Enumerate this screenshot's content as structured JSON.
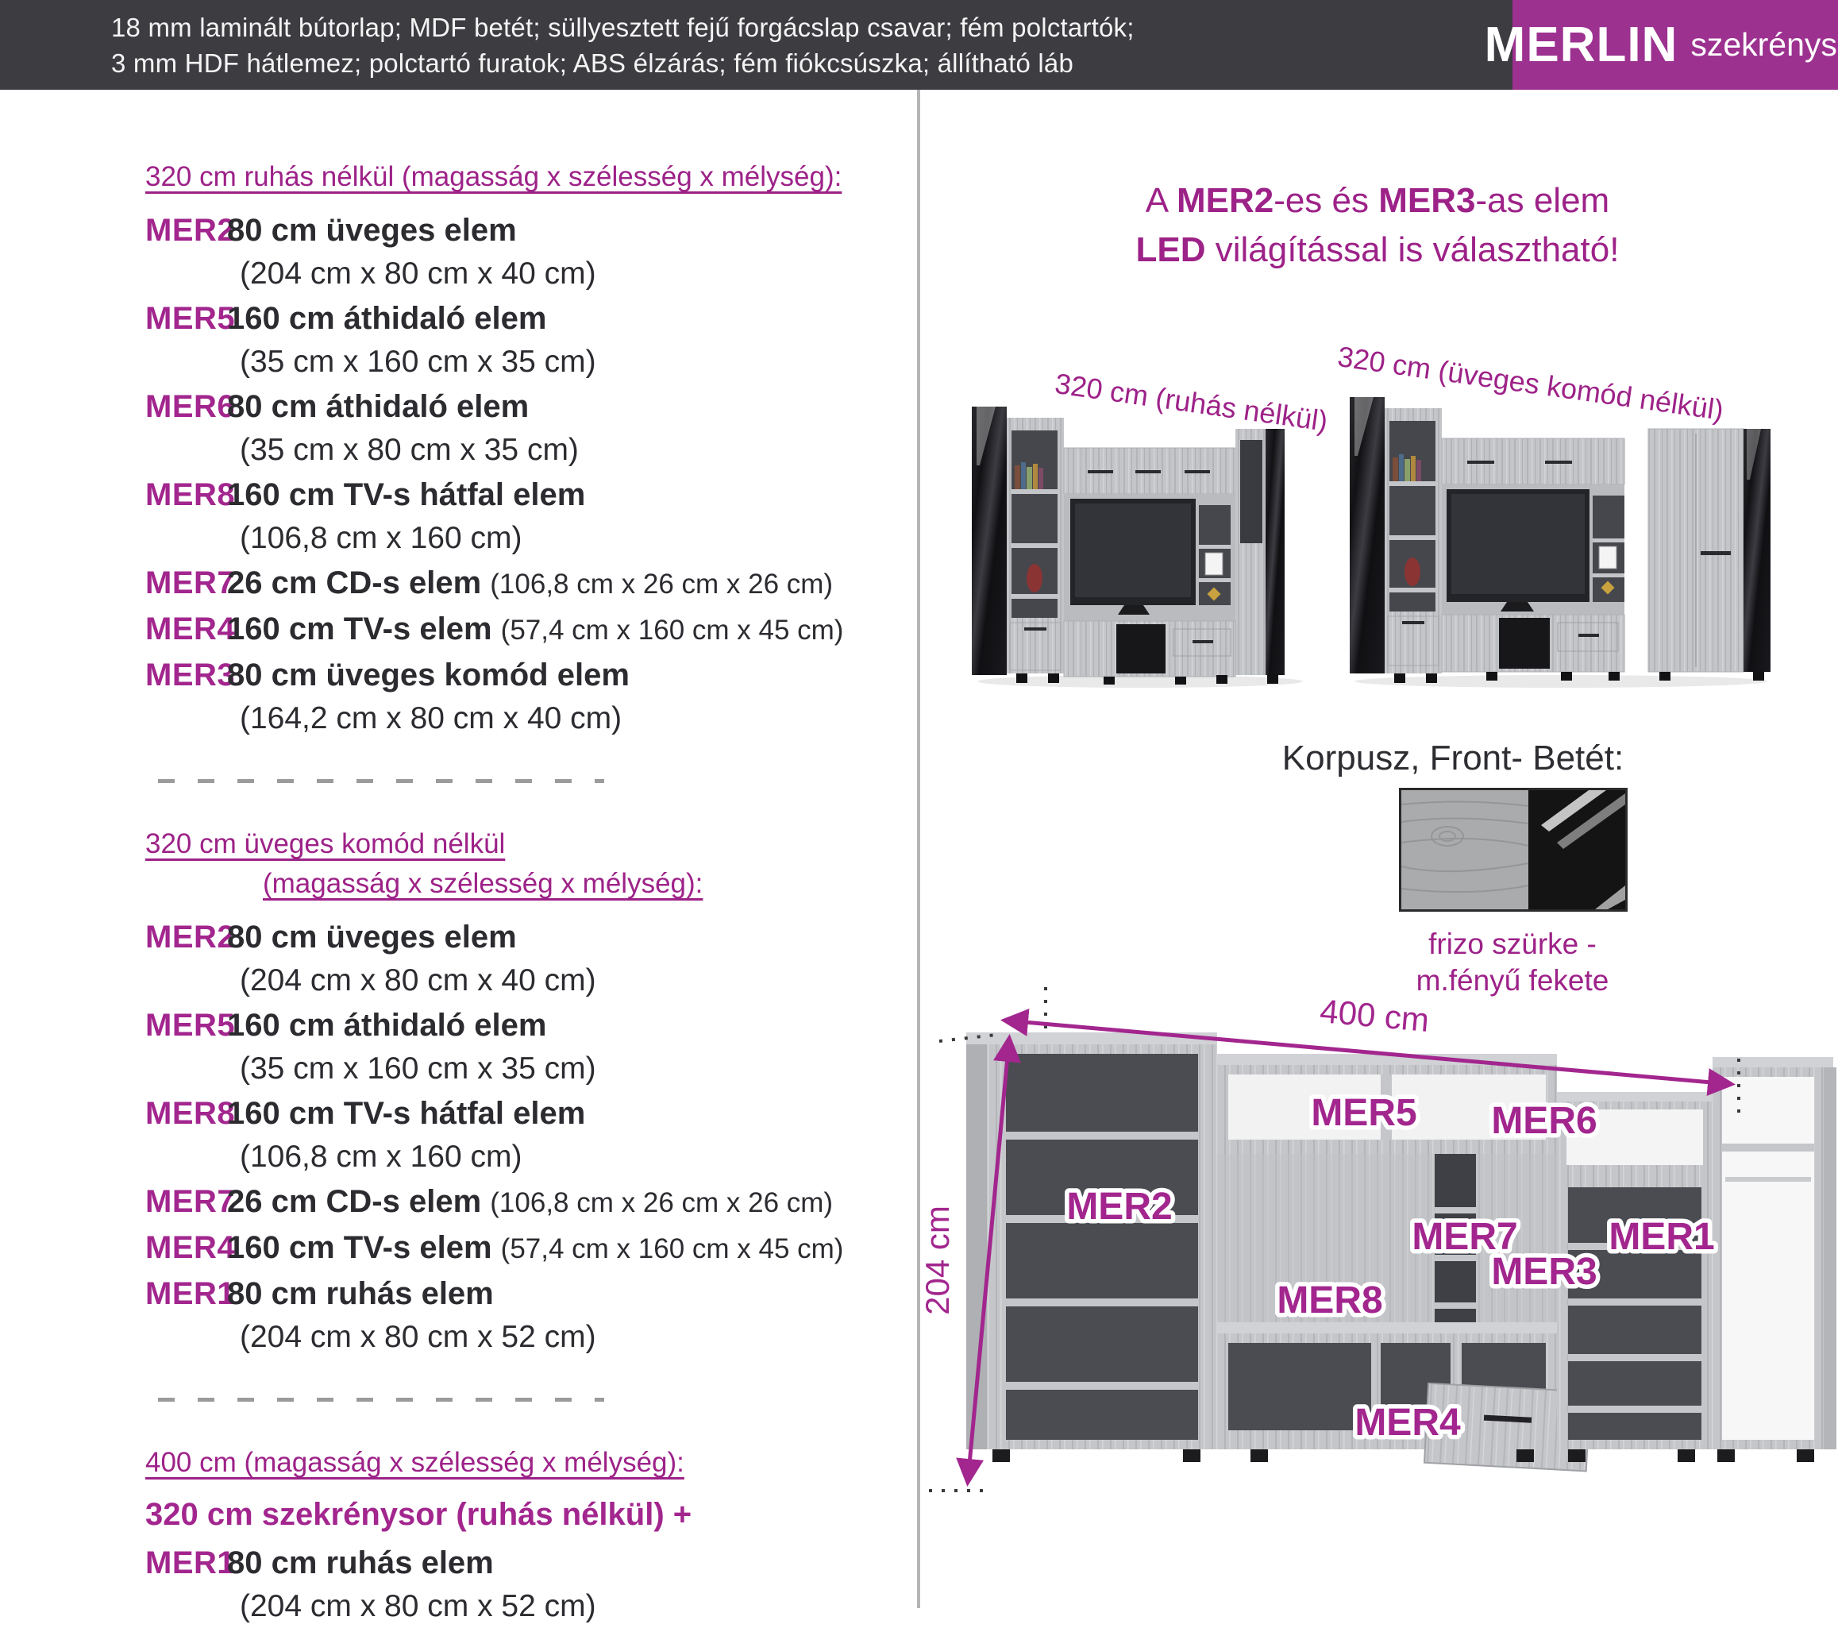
{
  "header": {
    "materials_line1": "18 mm laminált bútorlap; MDF betét; süllyesztett fejű forgácslap csavar; fém polctartók;",
    "materials_line2": "3 mm HDF hátlemez; polctartó furatok; ABS élzárás; fém fiókcsúszka; állítható láb",
    "brand": "MERLIN",
    "brand_suffix": "szekrénysor"
  },
  "colors": {
    "header_bar": "#3d3c41",
    "brand_box": "#9c3190",
    "accent_magenta": "#a2268e",
    "body_text": "#2c2b30",
    "divider_gray": "#b5b5b5"
  },
  "sections": [
    {
      "heading": "320 cm  ruhás nélkül (magasság x szélesség x mélység):",
      "items": [
        {
          "code": "MER2",
          "name": "80 cm üveges elem",
          "dims": "(204 cm x 80 cm x 40 cm)"
        },
        {
          "code": "MER5",
          "name": "160 cm áthidaló elem",
          "dims": "(35 cm x 160 cm x 35 cm)"
        },
        {
          "code": "MER6",
          "name": "80 cm áthidaló elem",
          "dims": "(35 cm x 80 cm x 35 cm)"
        },
        {
          "code": "MER8",
          "name": "160 cm TV-s hátfal elem",
          "dims": "(106,8 cm x 160 cm)"
        },
        {
          "code": "MER7",
          "name": "26 cm CD-s elem",
          "dims": "(106,8 cm x 26 cm x 26 cm)"
        },
        {
          "code": "MER4",
          "name": "160 cm TV-s elem",
          "dims": "(57,4 cm x 160 cm x 45 cm)"
        },
        {
          "code": "MER3",
          "name": "80 cm üveges komód elem",
          "dims": "(164,2 cm x 80 cm x 40 cm)"
        }
      ]
    },
    {
      "heading_line1": "320 cm üveges komód nélkül",
      "heading_line2": "(magasság x szélesség x mélység):",
      "items": [
        {
          "code": "MER2",
          "name": "80 cm üveges elem",
          "dims": "(204 cm x 80 cm x 40 cm)"
        },
        {
          "code": "MER5",
          "name": "160 cm áthidaló elem",
          "dims": "(35 cm x 160 cm x 35 cm)"
        },
        {
          "code": "MER8",
          "name": "160 cm TV-s hátfal elem",
          "dims": "(106,8 cm x 160 cm)"
        },
        {
          "code": "MER7",
          "name": "26 cm CD-s elem",
          "dims": "(106,8 cm x 26 cm x 26 cm)"
        },
        {
          "code": "MER4",
          "name": "160 cm TV-s elem",
          "dims": "(57,4 cm x 160 cm x 45 cm)"
        },
        {
          "code": "MER1",
          "name": "80 cm ruhás elem",
          "dims": "(204 cm x 80 cm x 52 cm)"
        }
      ]
    },
    {
      "heading": "400 cm (magasság x szélesség x mélység):",
      "combo_line": "320 cm szekrénysor (ruhás nélkül) +",
      "items": [
        {
          "code": "MER1",
          "name": "80 cm ruhás elem",
          "dims": "(204 cm x 80 cm x 52 cm)"
        }
      ]
    }
  ],
  "led_note": {
    "l1a": "A ",
    "l1b": "MER2",
    "l1c": "-es és ",
    "l1d": "MER3",
    "l1e": "-as elem",
    "l2a": "LED",
    "l2b": " világítással is választható!"
  },
  "photos": {
    "photo1_label": "320 cm (ruhás nélkül)",
    "photo2_label": "320 cm (üveges komód nélkül)"
  },
  "finish": {
    "heading": "Korpusz, Front- Betét:",
    "caption_line1": "frizo szürke -",
    "caption_line2": "m.fényű fekete"
  },
  "diagram": {
    "width_label": "400 cm",
    "height_label": "204 cm",
    "labels": {
      "mer1": "MER1",
      "mer2": "MER2",
      "mer3": "MER3",
      "mer4": "MER4",
      "mer5": "MER5",
      "mer6": "MER6",
      "mer7": "MER7",
      "mer8": "MER8"
    }
  }
}
